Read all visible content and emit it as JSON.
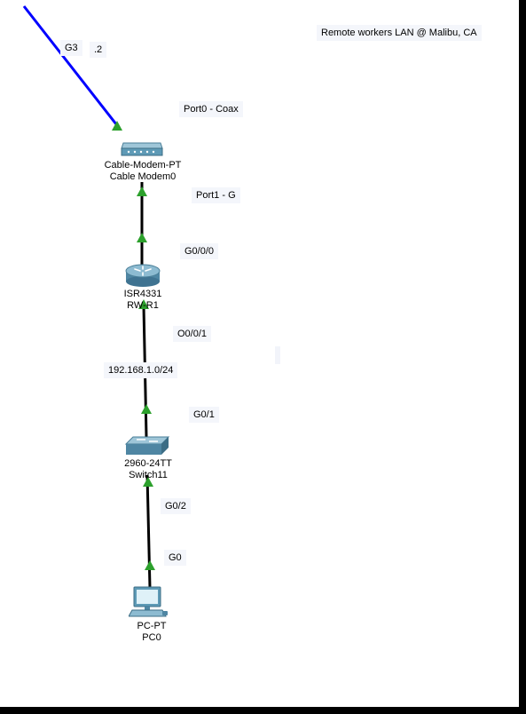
{
  "canvas": {
    "note": "Remote workers LAN @ Malibu, CA"
  },
  "links": {
    "uplink": {
      "iface": "G3",
      "ip": ".2",
      "color": "#0000ff"
    },
    "modem_top_port": "Port0 - Coax",
    "modem_bottom_port": "Port1 - G",
    "router_top_port": "G0/0/0",
    "router_bottom_port": "O0/0/1",
    "lan_network": "192.168.1.0/24",
    "switch_top_port": "G0/1",
    "switch_bottom_port": "G0/2",
    "pc_port": "G0",
    "link_color": "#000000",
    "port_up_color": "#2ca02c"
  },
  "devices": {
    "modem": {
      "model": "Cable-Modem-PT",
      "name": "Cable Modem0",
      "icon": "cable-modem-icon"
    },
    "router": {
      "model": "ISR4331",
      "name": "RW-R1",
      "icon": "router-icon"
    },
    "switch": {
      "model": "2960-24TT",
      "name": "Switch11",
      "icon": "switch-icon"
    },
    "pc": {
      "model": "PC-PT",
      "name": "PC0",
      "icon": "pc-icon"
    }
  }
}
